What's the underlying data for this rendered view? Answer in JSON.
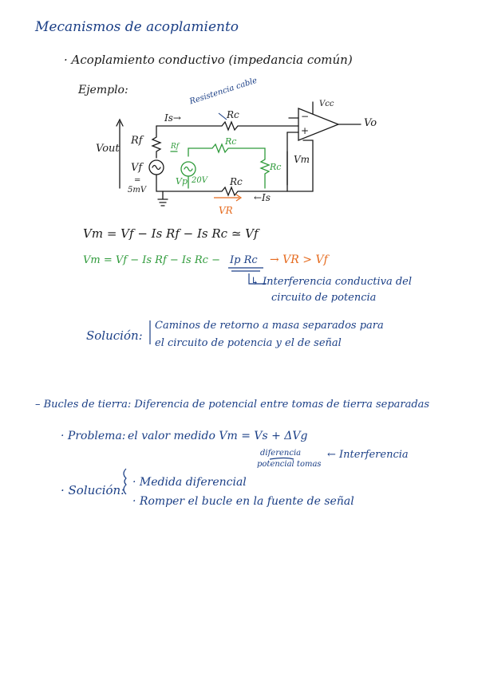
{
  "title": "Mecanismos de acoplamiento",
  "section1": {
    "heading": "· Acoplamiento conductivo (impedancia común)",
    "example_label": "Ejemplo:",
    "circuit": {
      "cable_resistance_note": "Resistencia cable",
      "current_is_top": "Is→",
      "rc_top": "Rc",
      "vcc": "Vcc",
      "minus": "−",
      "plus": "+",
      "vo": "Vo",
      "vout": "Vout",
      "rf": "Rf",
      "vf": "Vf",
      "vf_value": "=",
      "vf_mv": "5mV",
      "green_rf": "Rf",
      "green_rc_top": "Rc",
      "green_rc_right": "Rc",
      "green_vp": "Vp",
      "green_20v": "20V",
      "vm": "Vm",
      "rc_bottom": "Rc",
      "vr": "VR",
      "is_bottom": "←Is"
    },
    "eq1": "Vm = Vf − Is Rf − Is Rc ≃ Vf",
    "eq2_prefix": "Vm = Vf − Is Rf − Is Rc −",
    "eq2_term": "Ip Rc",
    "eq2_result": "→ VR > Vf",
    "interference_line1": "↳ Interferencia conductiva del",
    "interference_line2": "circuito de potencia",
    "solution_label": "Solución:",
    "solution_line1": "Caminos de retorno a masa separados para",
    "solution_line2": "el circuito de potencia y el de señal"
  },
  "section2": {
    "heading": "– Bucles de tierra: Diferencia de potencial entre tomas de tierra separadas",
    "problem_label": "· Problema:",
    "problem_text": "el valor medido Vm = Vs + ΔVg",
    "diff_note_line1": "diferencia",
    "diff_note_line2": "potencial tomas",
    "arrow_interference": "← Interferencia",
    "solution_label": "· Solución:",
    "solution_items": [
      "· Medida diferencial",
      "· Romper el bucle en la fuente de señal"
    ]
  },
  "colors": {
    "blue": "#1b3f86",
    "black": "#1a1a1a",
    "green": "#2e9a3a",
    "orange": "#e56a1e"
  }
}
